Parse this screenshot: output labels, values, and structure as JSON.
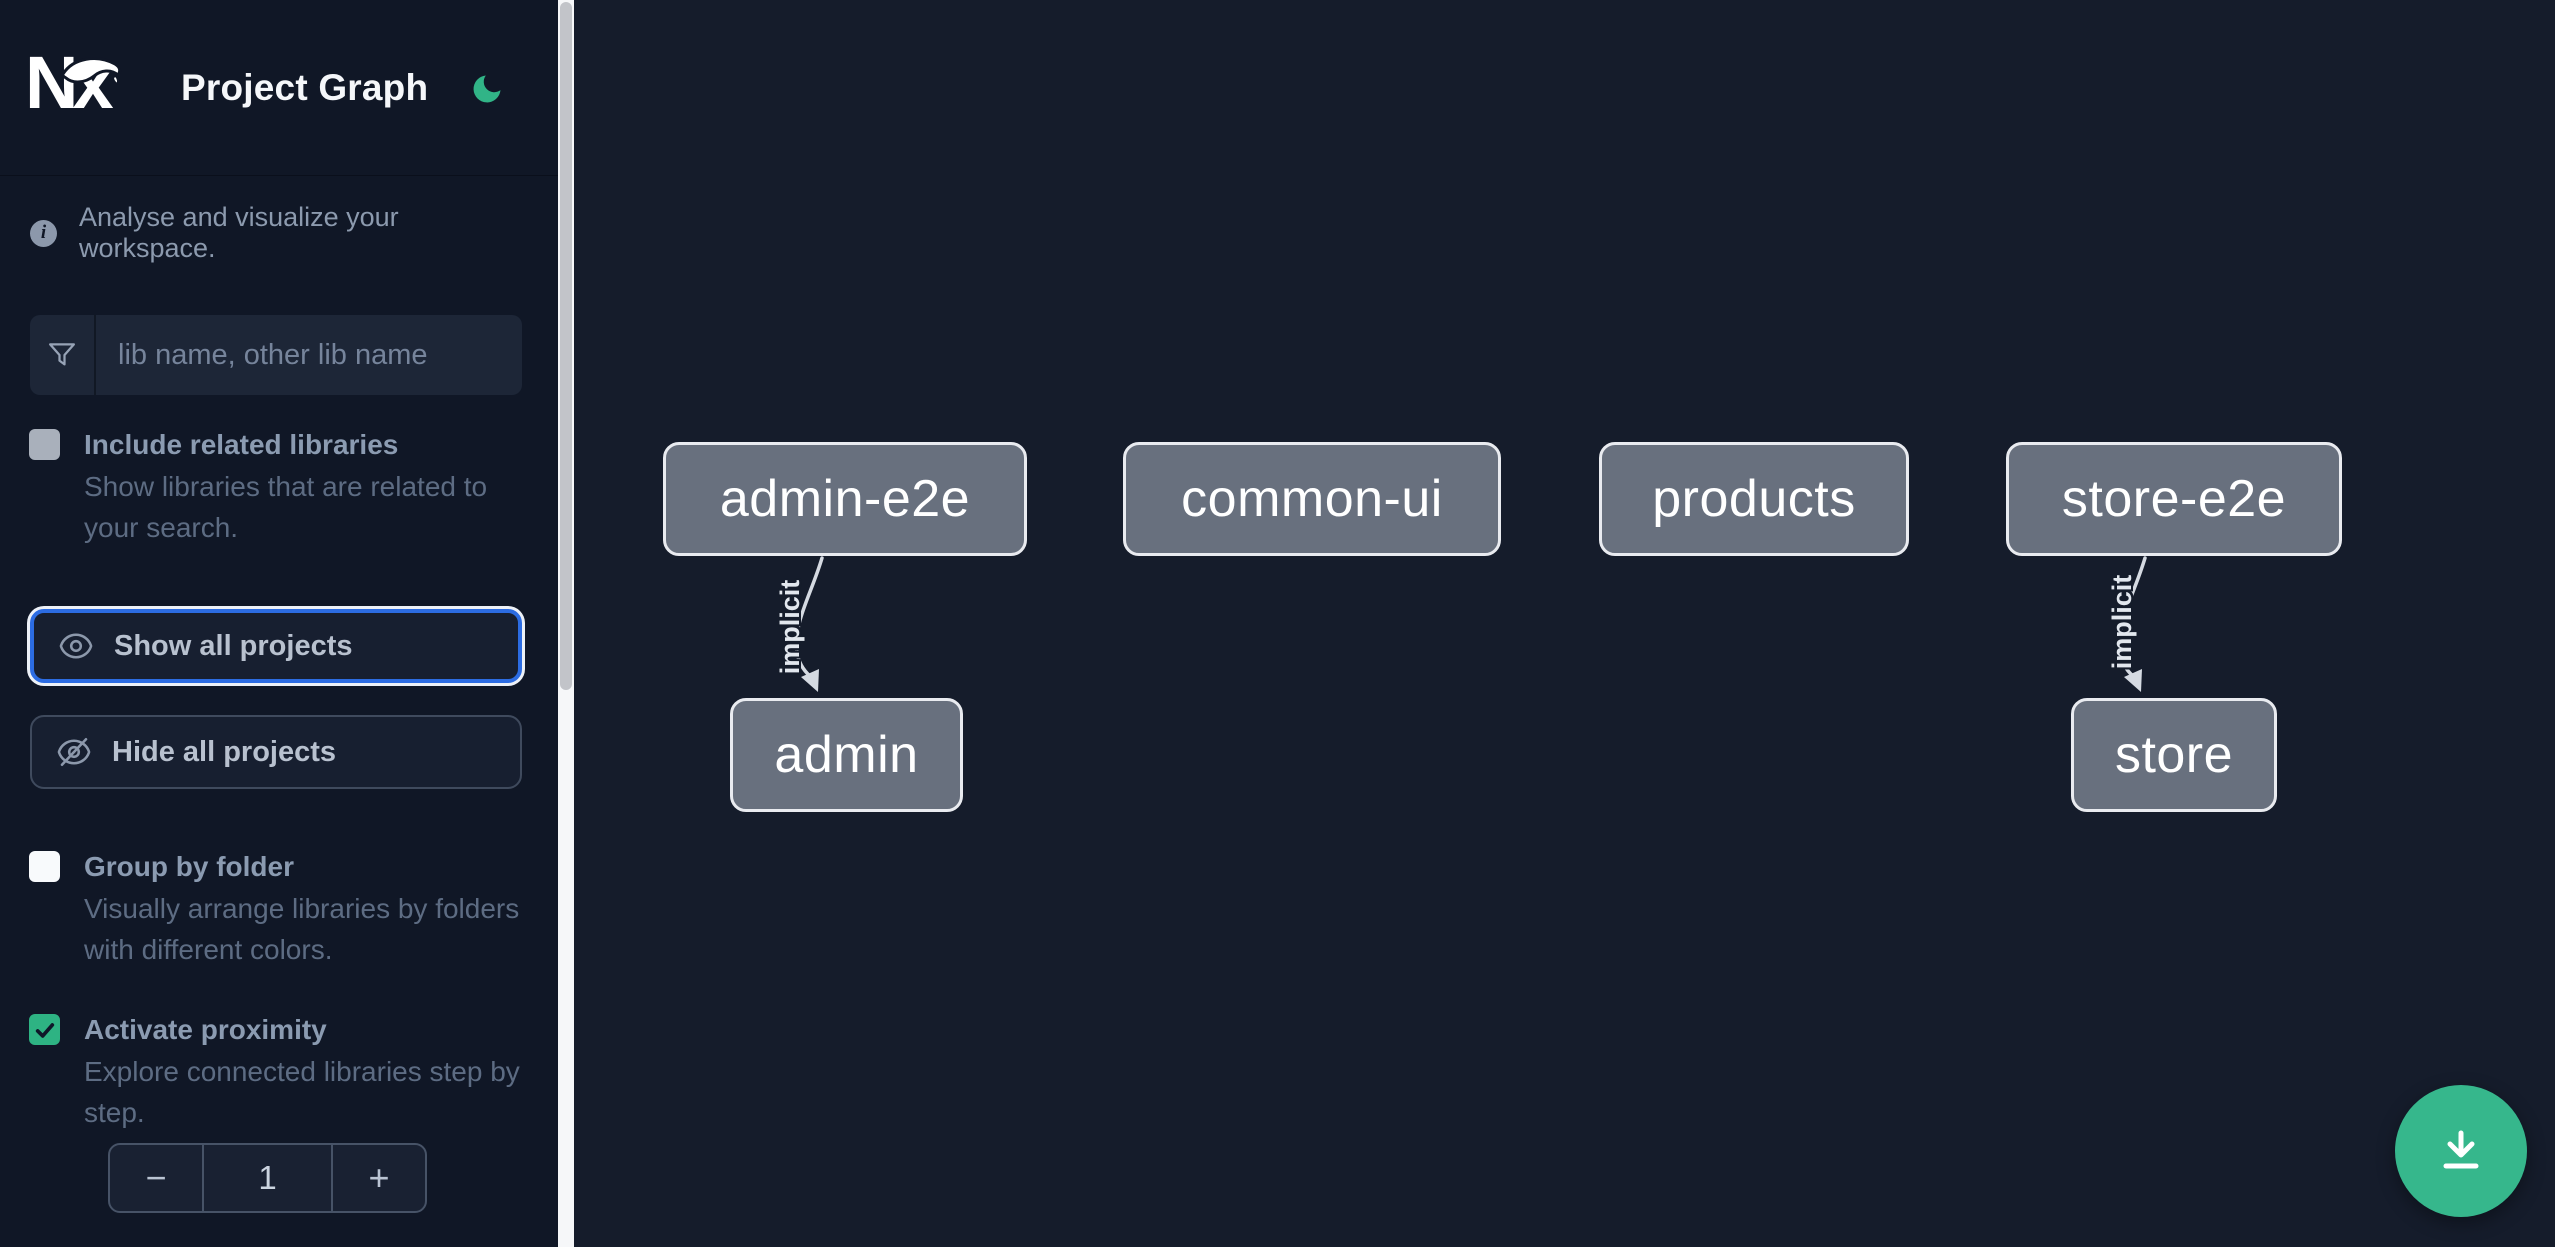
{
  "header": {
    "title": "Project Graph"
  },
  "intro": {
    "text": "Analyse and visualize your workspace."
  },
  "search": {
    "placeholder": "lib name, other lib name"
  },
  "options": {
    "include_related": {
      "label": "Include related libraries",
      "description": "Show libraries that are related to your search.",
      "checked": false
    },
    "group_by_folder": {
      "label": "Group by folder",
      "description": "Visually arrange libraries by folders with different colors.",
      "checked": false
    },
    "activate_proximity": {
      "label": "Activate proximity",
      "description": "Explore connected libraries step by step.",
      "checked": true
    }
  },
  "actions": {
    "show_all": "Show all projects",
    "hide_all": "Hide all projects"
  },
  "proximity_stepper": {
    "decrement": "−",
    "value": "1",
    "increment": "+"
  },
  "graph": {
    "nodes": [
      {
        "label": "admin-e2e"
      },
      {
        "label": "common-ui"
      },
      {
        "label": "products"
      },
      {
        "label": "store-e2e"
      },
      {
        "label": "admin"
      },
      {
        "label": "store"
      }
    ],
    "edges": [
      {
        "from": "admin-e2e",
        "to": "admin",
        "label": "implicit"
      },
      {
        "from": "store-e2e",
        "to": "store",
        "label": "implicit"
      }
    ]
  },
  "colors": {
    "accent_teal": "#31b487",
    "fab_green": "#36b78c",
    "focus_blue": "#2c6ce2",
    "node_fill": "#68707e",
    "node_border": "#e9ebf0",
    "edge": "#d5dae2",
    "sidebar_bg": "#101726",
    "canvas_bg": "#151c2b"
  }
}
